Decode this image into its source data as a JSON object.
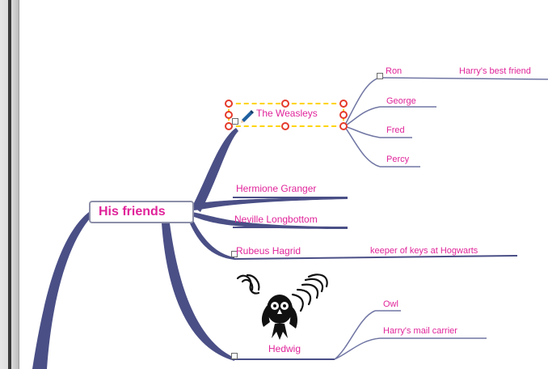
{
  "central_topic": {
    "label": "His friends"
  },
  "branches": {
    "weasleys": {
      "label": "The Weasleys",
      "icon": "pen-icon",
      "children": [
        {
          "label": "Ron"
        },
        {
          "label": "George"
        },
        {
          "label": "Fred"
        },
        {
          "label": "Percy"
        }
      ],
      "ron_note": "Harry's best friend"
    },
    "hermione": {
      "label": "Hermione Granger"
    },
    "neville": {
      "label": "Neville Longbottom"
    },
    "hagrid": {
      "label": "Rubeus Hagrid",
      "note": "keeper of keys at Hogwarts"
    },
    "hedwig": {
      "label": "Hedwig",
      "children": [
        {
          "label": "Owl"
        },
        {
          "label": "Harry's mail carrier"
        }
      ],
      "image": "owl-image"
    }
  },
  "colors": {
    "topic_text": "#e0249a",
    "branch_line": "#4a4f86",
    "selection_border": "#ffd400",
    "selection_handle": "#e53b2c"
  }
}
